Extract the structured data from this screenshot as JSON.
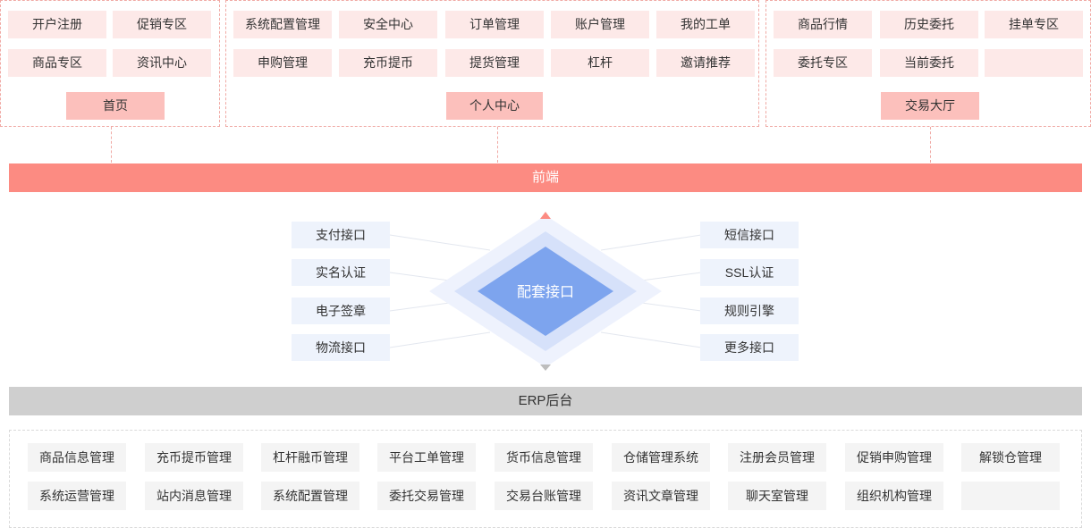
{
  "group_home": {
    "items": [
      "开户注册",
      "促销专区",
      "商品专区",
      "资讯中心"
    ],
    "hub": "首页"
  },
  "group_personal": {
    "items": [
      "系统配置管理",
      "安全中心",
      "订单管理",
      "账户管理",
      "我的工单",
      "申购管理",
      "充币提币",
      "提货管理",
      "杠杆",
      "邀请推荐"
    ],
    "hub": "个人中心"
  },
  "group_trading": {
    "items": [
      "商品行情",
      "历史委托",
      "挂单专区",
      "委托专区",
      "当前委托",
      ""
    ],
    "hub": "交易大厅"
  },
  "frontend_label": "前端",
  "core_label": "配套接口",
  "left_interfaces": [
    "支付接口",
    "实名认证",
    "电子签章",
    "物流接口"
  ],
  "right_interfaces": [
    "短信接口",
    "SSL认证",
    "规则引擎",
    "更多接口"
  ],
  "erp_label": "ERP后台",
  "erp_modules": [
    "商品信息管理",
    "充币提币管理",
    "杠杆融币管理",
    "平台工单管理",
    "货币信息管理",
    "仓储管理系统",
    "注册会员管理",
    "促销申购管理",
    "解锁仓管理",
    "系统运营管理",
    "站内消息管理",
    "系统配置管理",
    "委托交易管理",
    "交易台账管理",
    "资讯文章管理",
    "聊天室管理",
    "组织机构管理",
    ""
  ],
  "colors": {
    "frontend": "#fc8b82",
    "hub": "#fcc0bc",
    "item": "#fde9e8",
    "core": "#7da4ee",
    "erp": "#cfcfcf"
  }
}
